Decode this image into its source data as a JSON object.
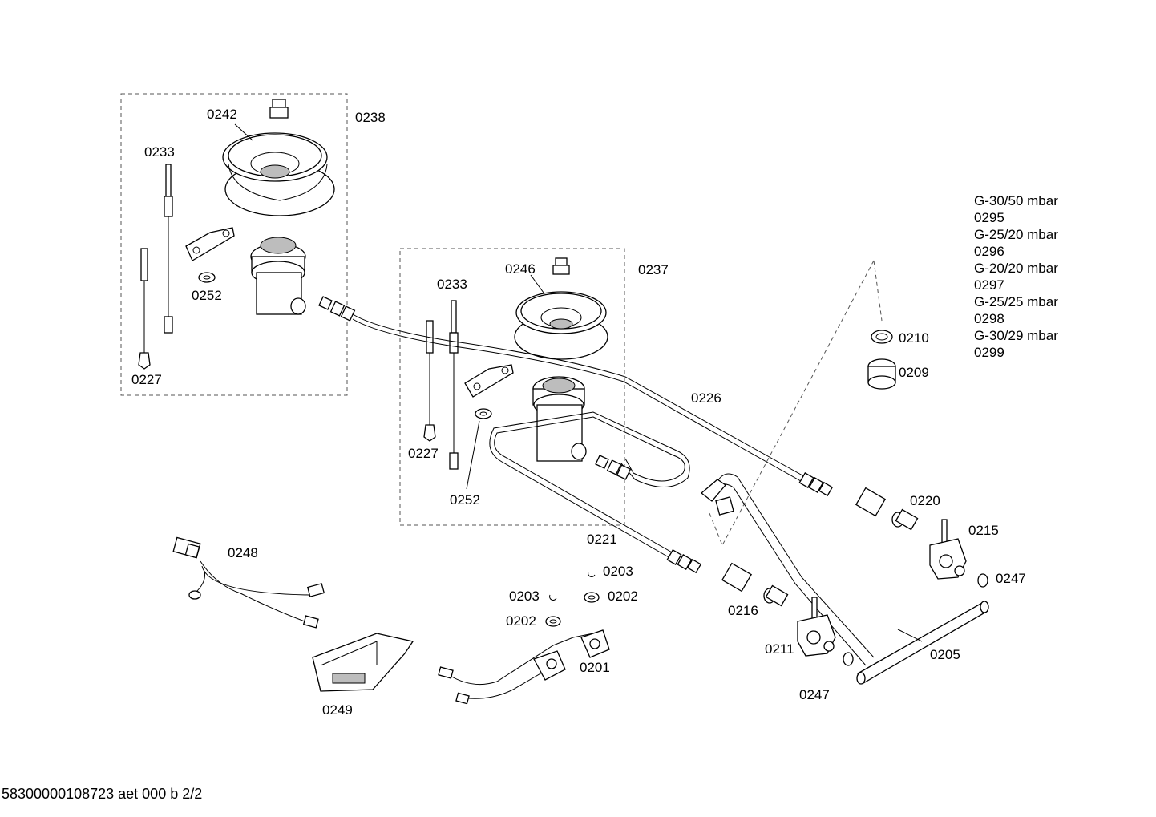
{
  "labels": {
    "p0238": "0238",
    "p0242": "0242",
    "p0233a": "0233",
    "p0252a": "0252",
    "p0227a": "0227",
    "p0246": "0246",
    "p0237": "0237",
    "p0233b": "0233",
    "p0227b": "0227",
    "p0252b": "0252",
    "p0221": "0221",
    "p0226": "0226",
    "p0210": "0210",
    "p0209": "0209",
    "p0220": "0220",
    "p0215": "0215",
    "p0247a": "0247",
    "p0247b": "0247",
    "p0216": "0216",
    "p0211": "0211",
    "p0205": "0205",
    "p0248": "0248",
    "p0249": "0249",
    "p0203a": "0203",
    "p0203b": "0203",
    "p0202a": "0202",
    "p0202b": "0202",
    "p0201": "0201"
  },
  "gas_list": [
    "G-30/50 mbar",
    "0295",
    "G-25/20 mbar",
    "0296",
    "G-20/20 mbar",
    "0297",
    "G-25/25 mbar",
    "0298",
    "G-30/29 mbar",
    "0299"
  ],
  "footer": "58300000108723 aet 000 b 2/2"
}
